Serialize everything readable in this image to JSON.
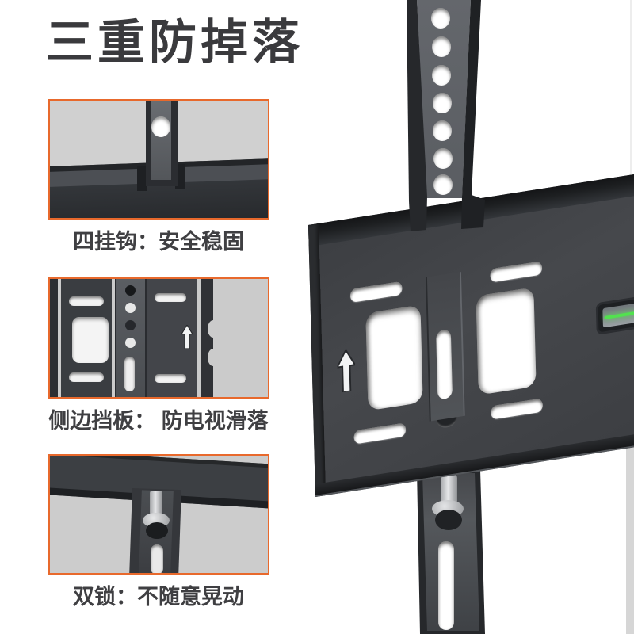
{
  "header": {
    "title": "三重防掉落"
  },
  "features": [
    {
      "id": "four-hooks",
      "caption": "四挂钩：安全稳固",
      "thumbnail": "hook-closeup-photo"
    },
    {
      "id": "side-baffle",
      "caption": "侧边挡板： 防电视滑落",
      "thumbnail": "side-baffle-closeup-photo"
    },
    {
      "id": "double-lock",
      "caption": "双锁：不随意晃动",
      "thumbnail": "double-lock-closeup-photo"
    }
  ],
  "main_image": {
    "subject": "tv-wall-mount-bracket-plate",
    "arrow_icon": "arrow-up",
    "upper_rail_hole_count": 7,
    "bubble_level_color": "#52E14F"
  },
  "colors": {
    "accent_border": "#E8692C",
    "title_text": "#3A3A3D",
    "caption_text": "#3F3F42",
    "metal_dark": "#3F4144",
    "background": "#FFFFFF"
  }
}
